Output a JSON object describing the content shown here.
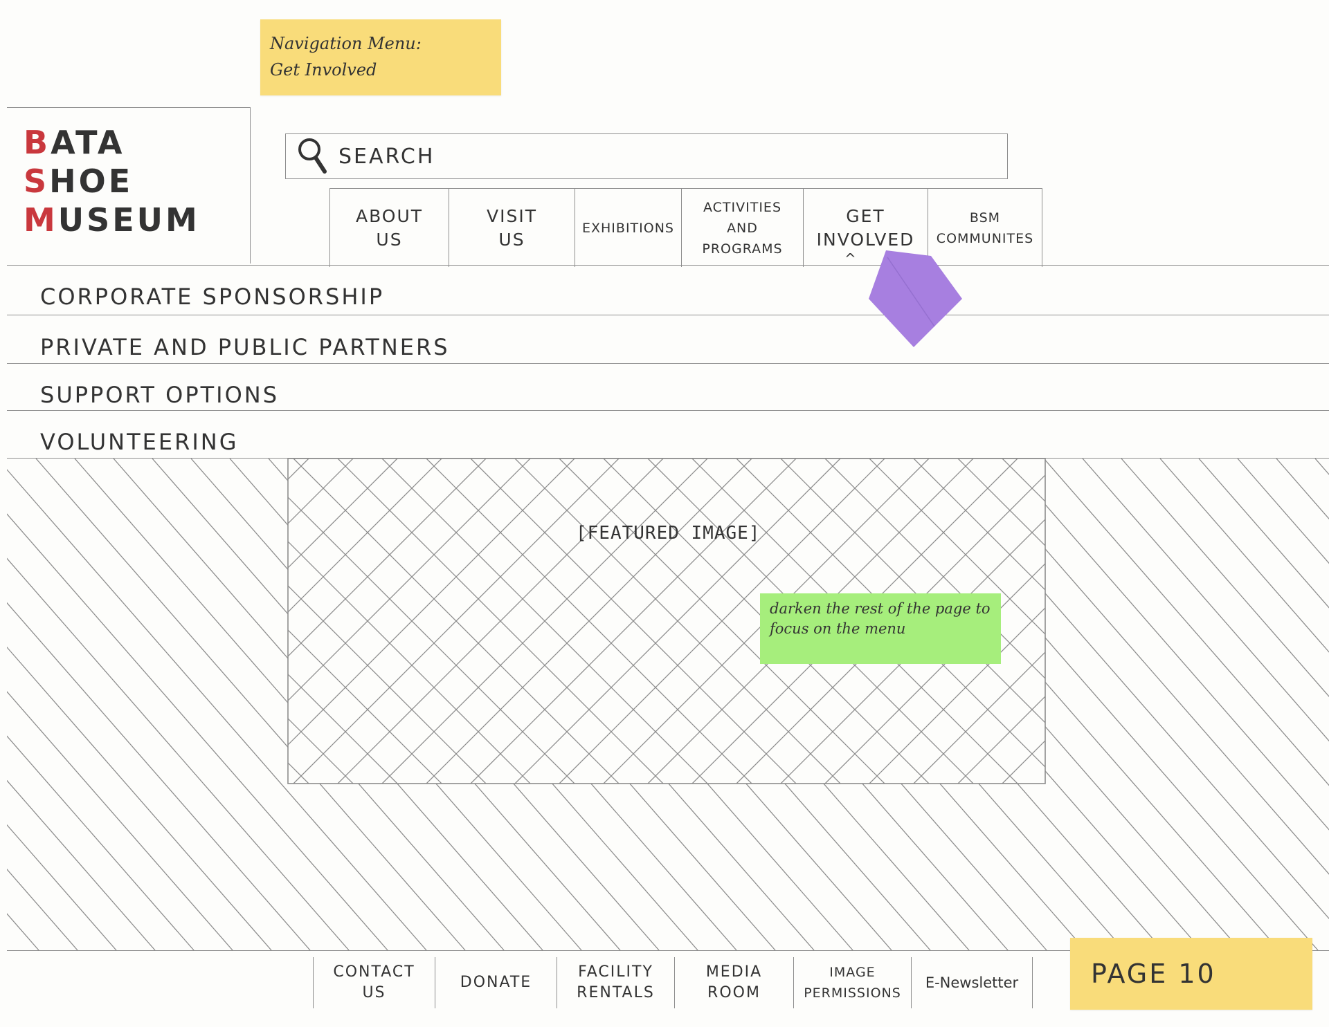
{
  "notes": {
    "title_note": "Navigation Menu:\nGet Involved",
    "focus_note": "darken the rest of the page to focus on the menu",
    "page_label": "PAGE 10"
  },
  "logo": {
    "line1_first": "B",
    "line1_rest": "ATA",
    "line2_first": "S",
    "line2_rest": "HOE",
    "line3_first": "M",
    "line3_rest": "USEUM"
  },
  "search": {
    "placeholder": "Search"
  },
  "nav": {
    "items": [
      {
        "label": "About\nUs"
      },
      {
        "label": "Visit\nUs"
      },
      {
        "label": "Exhibitions"
      },
      {
        "label": "Activities\nand\nPrograms"
      },
      {
        "label": "Get\nInvolved"
      },
      {
        "label": "BSM\nCommunites"
      }
    ],
    "active_index": 4,
    "caret": "^"
  },
  "menu": {
    "items": [
      {
        "label": "Corporate Sponsorship"
      },
      {
        "label": "Private and Public Partners"
      },
      {
        "label": "Support Options"
      },
      {
        "label": "Volunteering"
      }
    ]
  },
  "featured": {
    "label": "[Featured Image]"
  },
  "footer": {
    "items": [
      {
        "label": "Contact\nUs"
      },
      {
        "label": "Donate"
      },
      {
        "label": "Facility\nRentals"
      },
      {
        "label": "Media\nRoom"
      },
      {
        "label": "Image\nPermissions"
      },
      {
        "label": "E-Newsletter"
      }
    ]
  },
  "colors": {
    "yellow_note": "#f9dc7a",
    "green_note": "#a6ee7c",
    "pointer": "#a77fe0",
    "logo_accent": "#c9383d"
  },
  "icons": {
    "search": "magnifier-icon",
    "pointer": "pointer-tab-icon"
  }
}
